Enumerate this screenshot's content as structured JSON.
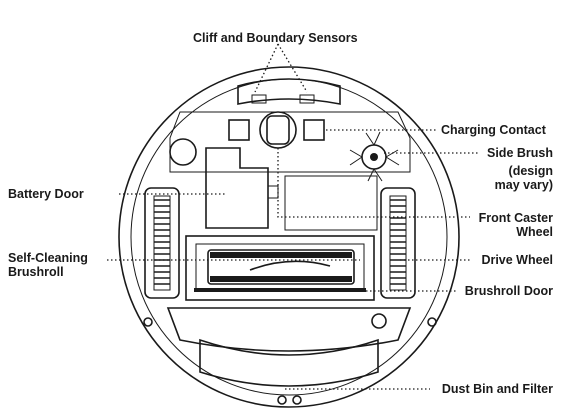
{
  "labels": {
    "cliff_sensors": "Cliff and Boundary Sensors",
    "charging_contact": "Charging Contact",
    "side_brush": "Side Brush",
    "side_brush_note_1": "(design",
    "side_brush_note_2": "may vary)",
    "battery_door": "Battery Door",
    "front_caster_1": "Front Caster",
    "front_caster_2": "Wheel",
    "self_cleaning_1": "Self-Cleaning",
    "self_cleaning_2": "Brushroll",
    "drive_wheel": "Drive Wheel",
    "brushroll_door": "Brushroll Door",
    "dust_bin": "Dust Bin and Filter"
  }
}
